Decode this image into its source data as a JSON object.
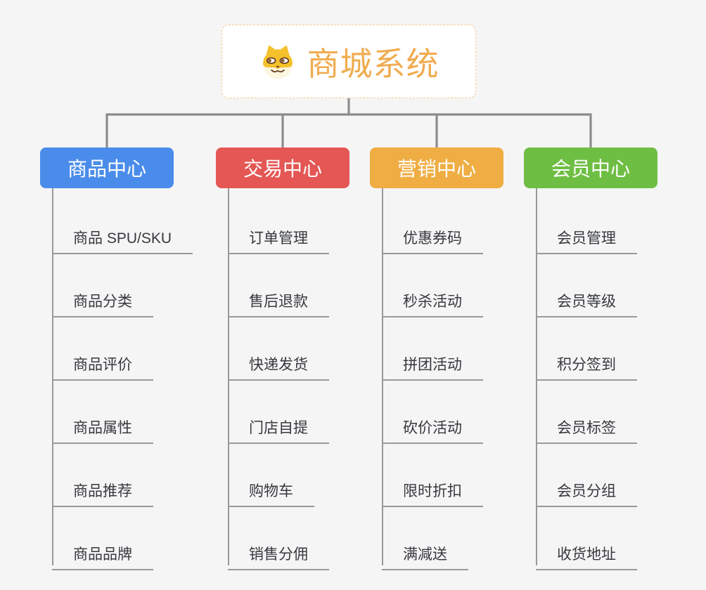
{
  "canvas": {
    "background": "#f5f5f6",
    "connector_color": "#8b8c8e",
    "branch_line_color": "#98999b"
  },
  "root": {
    "title": "商城系统",
    "title_color": "#f0ac50",
    "border_color": "#f3c887",
    "icon": "shiba-dog-icon"
  },
  "branches": [
    {
      "label": "商品中心",
      "color": "#4a8cea",
      "items": [
        "商品 SPU/SKU",
        "商品分类",
        "商品评价",
        "商品属性",
        "商品推荐",
        "商品品牌"
      ]
    },
    {
      "label": "交易中心",
      "color": "#e45754",
      "items": [
        "订单管理",
        "售后退款",
        "快递发货",
        "门店自提",
        "购物车",
        "销售分佣"
      ]
    },
    {
      "label": "营销中心",
      "color": "#efad43",
      "items": [
        "优惠券码",
        "秒杀活动",
        "拼团活动",
        "砍价活动",
        "限时折扣",
        "满减送"
      ]
    },
    {
      "label": "会员中心",
      "color": "#6fbe44",
      "items": [
        "会员管理",
        "会员等级",
        "积分签到",
        "会员标签",
        "会员分组",
        "收货地址"
      ]
    }
  ]
}
